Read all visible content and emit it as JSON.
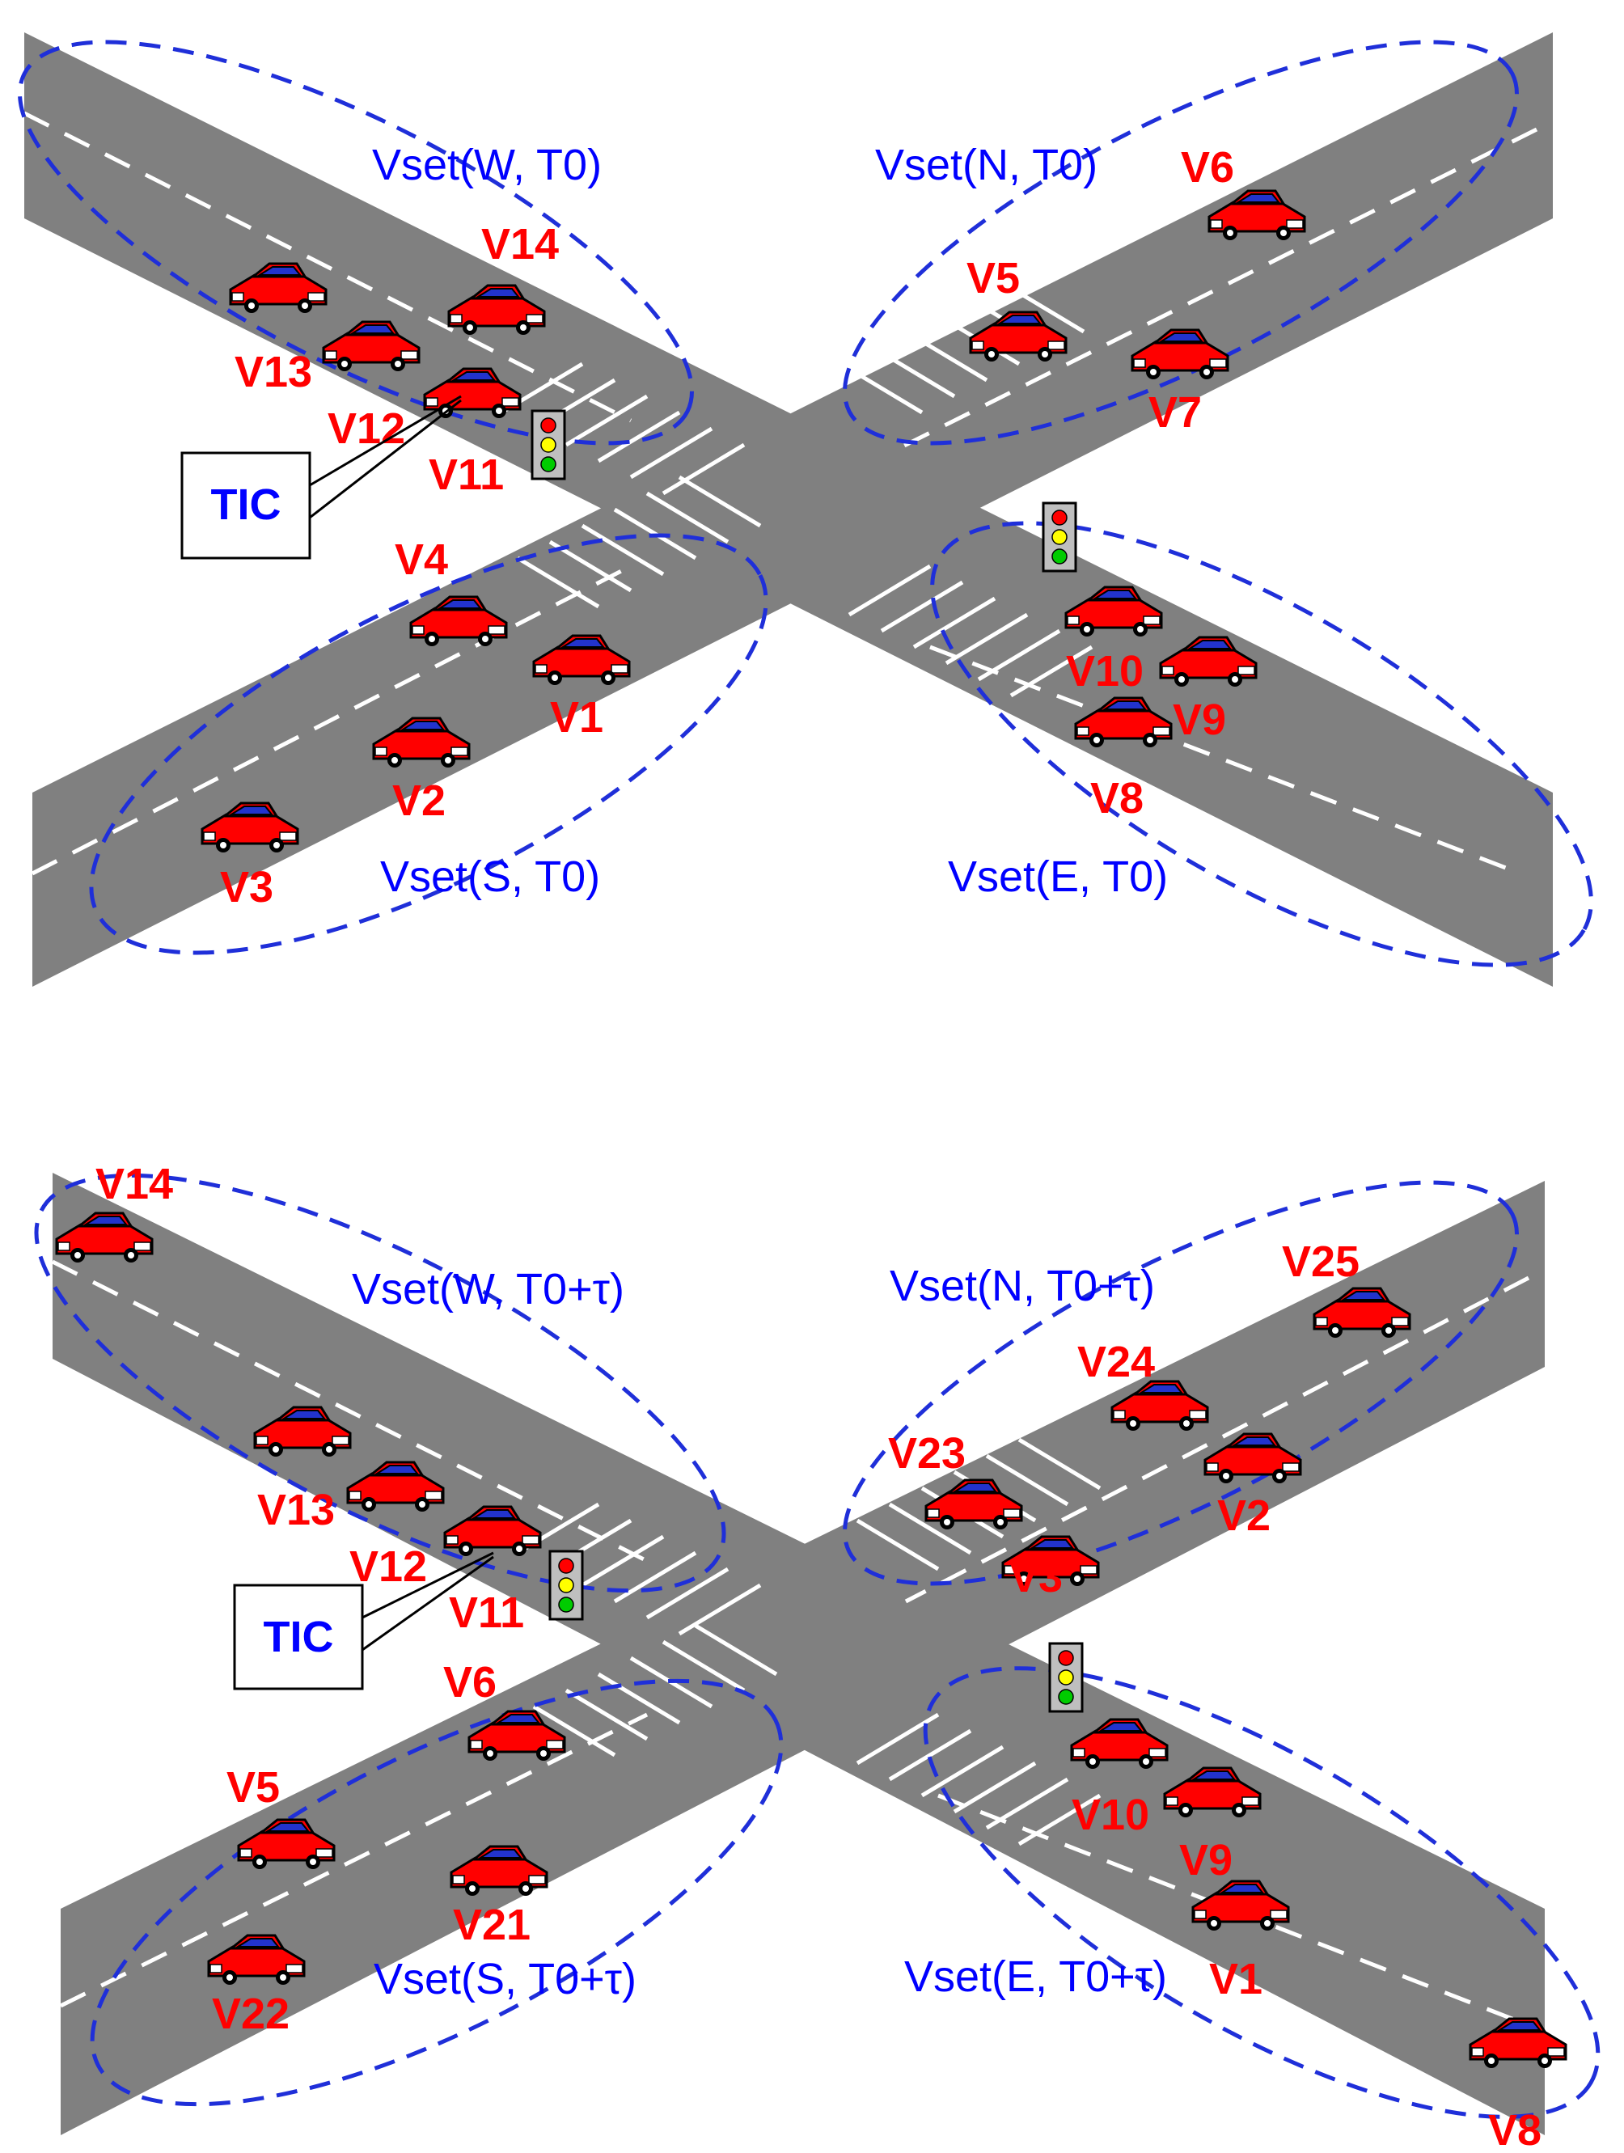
{
  "panels": [
    {
      "id": "top",
      "tic_label": "TIC",
      "sets": {
        "W": "Vset(W, T0)",
        "N": "Vset(N, T0)",
        "S": "Vset(S, T0)",
        "E": "Vset(E, T0)"
      },
      "vehicles": [
        "V1",
        "V2",
        "V3",
        "V4",
        "V5",
        "V6",
        "V7",
        "V8",
        "V9",
        "V10",
        "V11",
        "V12",
        "V13",
        "V14"
      ]
    },
    {
      "id": "bottom",
      "tic_label": "TIC",
      "sets": {
        "W": "Vset(W, T0+τ)",
        "N": "Vset(N, T0+τ)",
        "S": "Vset(S, T0+τ)",
        "E": "Vset(E, T0+τ)"
      },
      "vehicles": [
        "V14",
        "V13",
        "V12",
        "V11",
        "V25",
        "V24",
        "V23",
        "V2",
        "V3",
        "V6",
        "V5",
        "V21",
        "V22",
        "V10",
        "V9",
        "V1",
        "V8"
      ]
    }
  ],
  "colors": {
    "road": "#808080",
    "vehicle_label": "#ff0000",
    "set_label": "#0000ff",
    "ellipse": "#1f2fd9",
    "car_body": "#ff0000",
    "car_window": "#2233cc"
  },
  "icons": [
    "car-icon",
    "traffic-light-icon"
  ]
}
